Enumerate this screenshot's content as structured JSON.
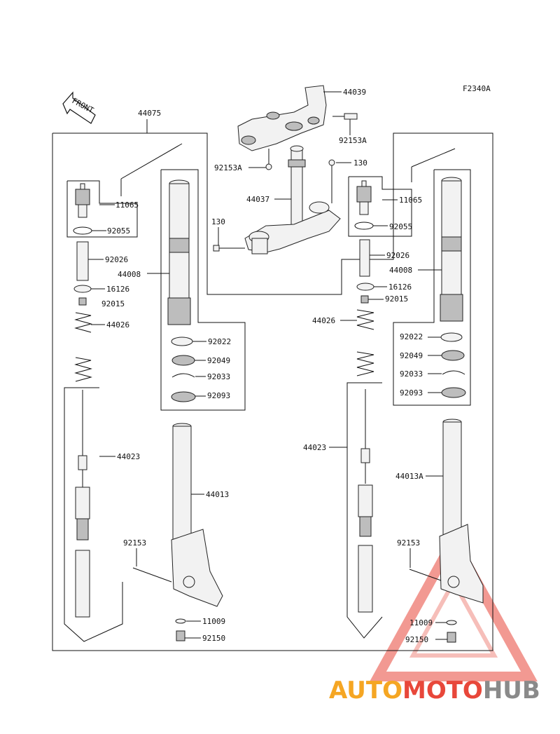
{
  "figure_code": "F2340A",
  "front_label": "FRONT",
  "labels": {
    "l44075": "44075",
    "l44039": "44039",
    "l92153A_top": "92153A",
    "l92153A_left": "92153A",
    "l130_right": "130",
    "l130_left": "130",
    "l44037": "44037",
    "l11065_left": "11065",
    "l92055_left": "92055",
    "l92026_left": "92026",
    "l44008_left": "44008",
    "l16126_left": "16126",
    "l92015_left": "92015",
    "l44026_left": "44026",
    "l92022_left": "92022",
    "l92049_left": "92049",
    "l92033_left": "92033",
    "l92093_left": "92093",
    "l44023_left": "44023",
    "l44013": "44013",
    "l92153_left": "92153",
    "l11009_left": "11009",
    "l92150_left": "92150",
    "l11065_right": "11065",
    "l92055_right": "92055",
    "l92026_right": "92026",
    "l44008_right": "44008",
    "l16126_right": "16126",
    "l92015_right": "92015",
    "l44026_right": "44026",
    "l92022_right": "92022",
    "l92049_right": "92049",
    "l92033_right": "92033",
    "l92093_right": "92093",
    "l44023_right": "44023",
    "l44013A": "44013A",
    "l92153_right": "92153",
    "l11009_right": "11009",
    "l92150_right": "92150"
  },
  "watermark": {
    "part1": "AUTO",
    "part2": "MOTO",
    "part3": "HUB",
    "color_orange": "#f5a623",
    "color_red": "#e8473a",
    "color_grey": "#8a8a8a"
  }
}
